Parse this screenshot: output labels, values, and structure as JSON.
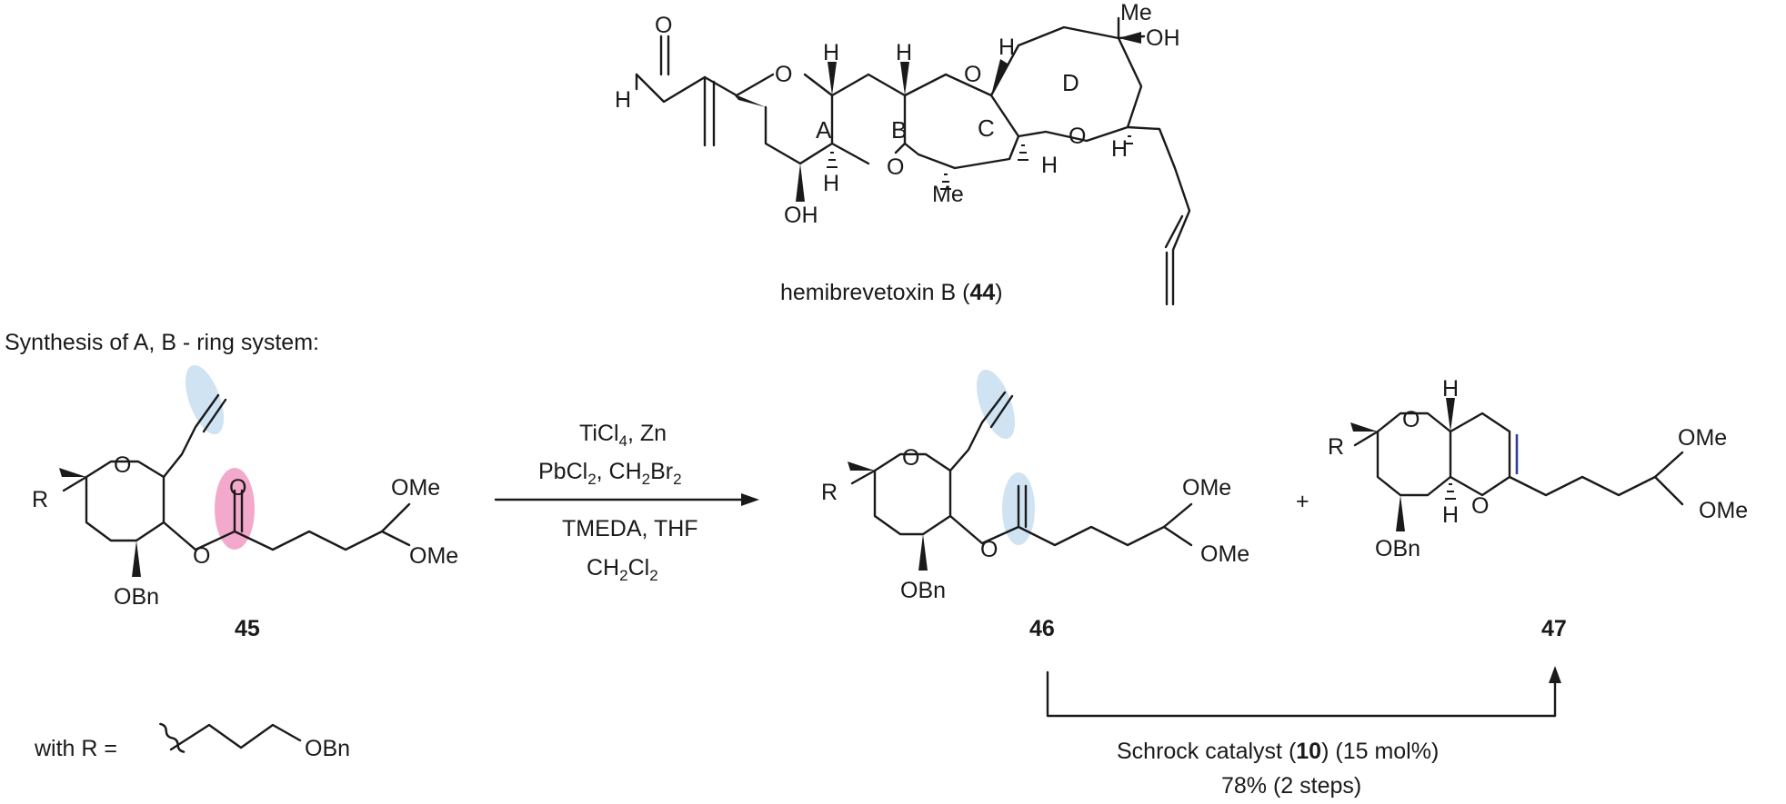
{
  "compound_44": {
    "name": "hemibrevetoxin B (",
    "number": "44",
    "name_close": ")",
    "rings": [
      "A",
      "B",
      "C",
      "D"
    ],
    "atoms": {
      "O": "O",
      "H": "H",
      "OH": "OH",
      "Me": "Me"
    }
  },
  "section_title": "Synthesis of A, B - ring system:",
  "compound_45": {
    "number": "45",
    "substituents": {
      "R": "R",
      "O": "O",
      "OBn": "OBn",
      "OMe": "OMe"
    }
  },
  "compound_46": {
    "number": "46"
  },
  "compound_47": {
    "number": "47"
  },
  "reaction_1": {
    "line1_a": "TiCl",
    "line1_sub": "4",
    "line1_b": ", Zn",
    "line2_a": "PbCl",
    "line2_sub1": "2",
    "line2_b": ", CH",
    "line2_sub2": "2",
    "line2_c": "Br",
    "line2_sub3": "2",
    "line3": "TMEDA, THF",
    "line4_a": "CH",
    "line4_sub1": "2",
    "line4_b": "Cl",
    "line4_sub2": "2"
  },
  "plus_sign": "+",
  "reaction_2": {
    "catalyst_a": "Schrock catalyst (",
    "catalyst_num": "10",
    "catalyst_b": ") (15 mol%)",
    "yield": "78% (2 steps)"
  },
  "r_definition": {
    "label": "with R =",
    "group": "OBn"
  },
  "highlight_colors": {
    "alkene": "#cfe3f3",
    "carbonyl": "#f3a9cb",
    "enol_ether": "#cfe3f3",
    "new_bond": "#2f3e9e"
  }
}
